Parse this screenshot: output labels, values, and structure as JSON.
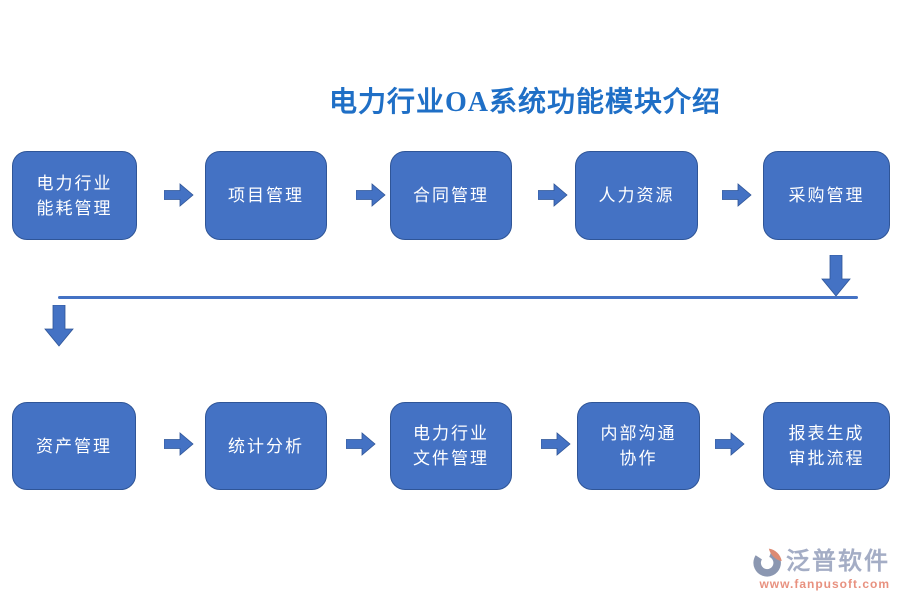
{
  "title": "电力行业OA系统功能模块介绍",
  "colors": {
    "title-blue": "#1f6fc6",
    "box-fill": "#4472c4",
    "box-border": "#2f5597",
    "box-text": "#ffffff",
    "connector-blue": "#4472c4",
    "wm-gray": "#8b97b1",
    "wm-salmon": "#dd8a72",
    "wm-text": "#a4adc5",
    "wm-url": "#e8917f"
  },
  "flow": {
    "rows": [
      {
        "boxes": [
          {
            "text": "电力行业\n能耗管理"
          },
          {
            "text": "项目管理"
          },
          {
            "text": "合同管理"
          },
          {
            "text": "人力资源"
          },
          {
            "text": "采购管理"
          }
        ]
      },
      {
        "boxes": [
          {
            "text": "资产管理"
          },
          {
            "text": "统计分析"
          },
          {
            "text": "电力行业\n文件管理"
          },
          {
            "text": "内部沟通\n协作"
          },
          {
            "text": "报表生成\n审批流程"
          }
        ]
      }
    ]
  },
  "watermark": {
    "brand": "泛普软件",
    "url": "www.fanpusoft.com"
  }
}
